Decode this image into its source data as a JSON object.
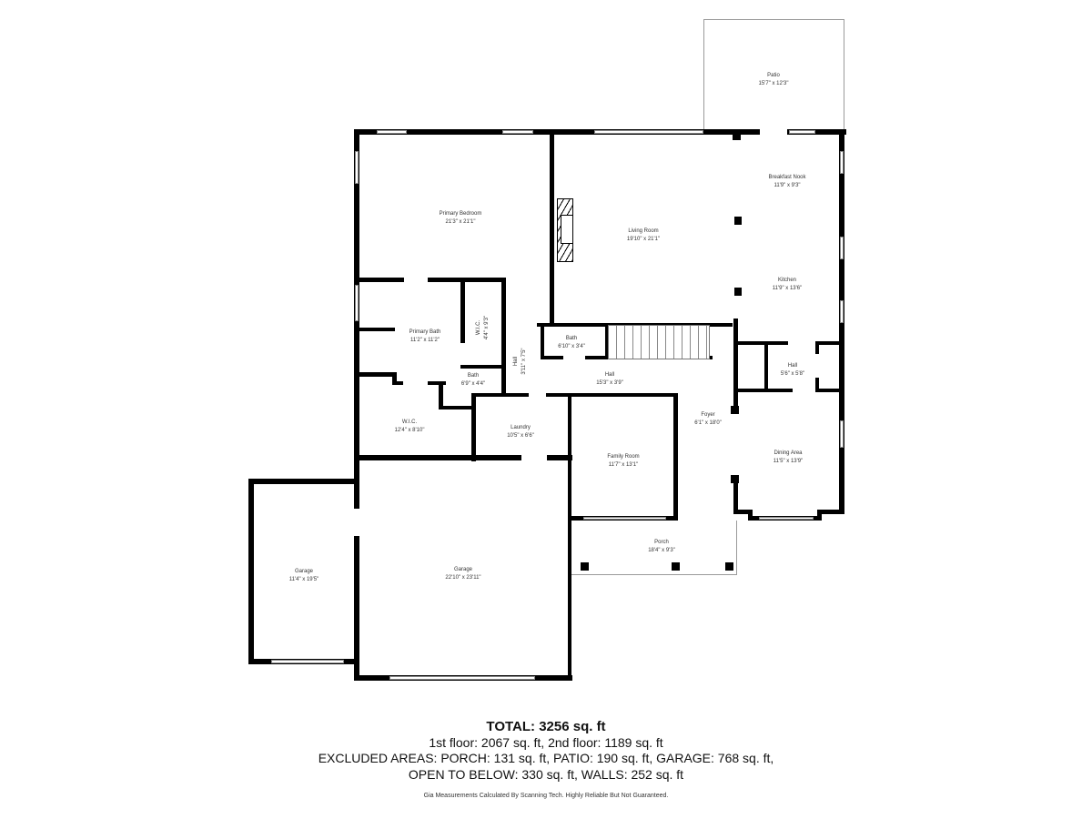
{
  "rooms": [
    {
      "name": "Patio",
      "dims": "15'7\" x 12'3\""
    },
    {
      "name": "Primary Bedroom",
      "dims": "21'3\" x 21'1\""
    },
    {
      "name": "Living Room",
      "dims": "19'10\" x 21'1\""
    },
    {
      "name": "Breakfast Nook",
      "dims": "11'9\" x 9'3\""
    },
    {
      "name": "Kitchen",
      "dims": "11'9\" x 13'6\""
    },
    {
      "name": "Primary Bath",
      "dims": "11'2\" x 11'2\""
    },
    {
      "name": "W.I.C.",
      "dims": "4'4\" x 9'3\""
    },
    {
      "name": "Hall",
      "dims": "3'11\" x 7'5\""
    },
    {
      "name": "Bath",
      "dims": "6'10\" x 3'4\""
    },
    {
      "name": "Bath",
      "dims": "6'9\" x 4'4\""
    },
    {
      "name": "Hall",
      "dims": "15'3\" x 3'9\""
    },
    {
      "name": "Hall",
      "dims": "5'6\" x 5'8\""
    },
    {
      "name": "W.I.C.",
      "dims": "12'4\" x 8'10\""
    },
    {
      "name": "Laundry",
      "dims": "10'5\" x 6'6\""
    },
    {
      "name": "Family Room",
      "dims": "11'7\" x 13'1\""
    },
    {
      "name": "Foyer",
      "dims": "6'1\" x 18'0\""
    },
    {
      "name": "Dining Area",
      "dims": "11'5\" x 13'9\""
    },
    {
      "name": "Porch",
      "dims": "18'4\" x 9'3\""
    },
    {
      "name": "Garage",
      "dims": "11'4\" x 19'5\""
    },
    {
      "name": "Garage",
      "dims": "22'10\" x 23'11\""
    }
  ],
  "summary": {
    "total": "TOTAL: 3256 sq. ft",
    "floors": "1st floor: 2067 sq. ft, 2nd floor: 1189 sq. ft",
    "excluded": "EXCLUDED AREAS: PORCH: 131 sq. ft, PATIO: 190 sq. ft, GARAGE: 768 sq. ft,",
    "other": "OPEN TO BELOW: 330 sq. ft, WALLS: 252 sq. ft",
    "disclaimer": "Gia Measurements Calculated By Scanning Tech. Highly Reliable But Not Guaranteed."
  }
}
